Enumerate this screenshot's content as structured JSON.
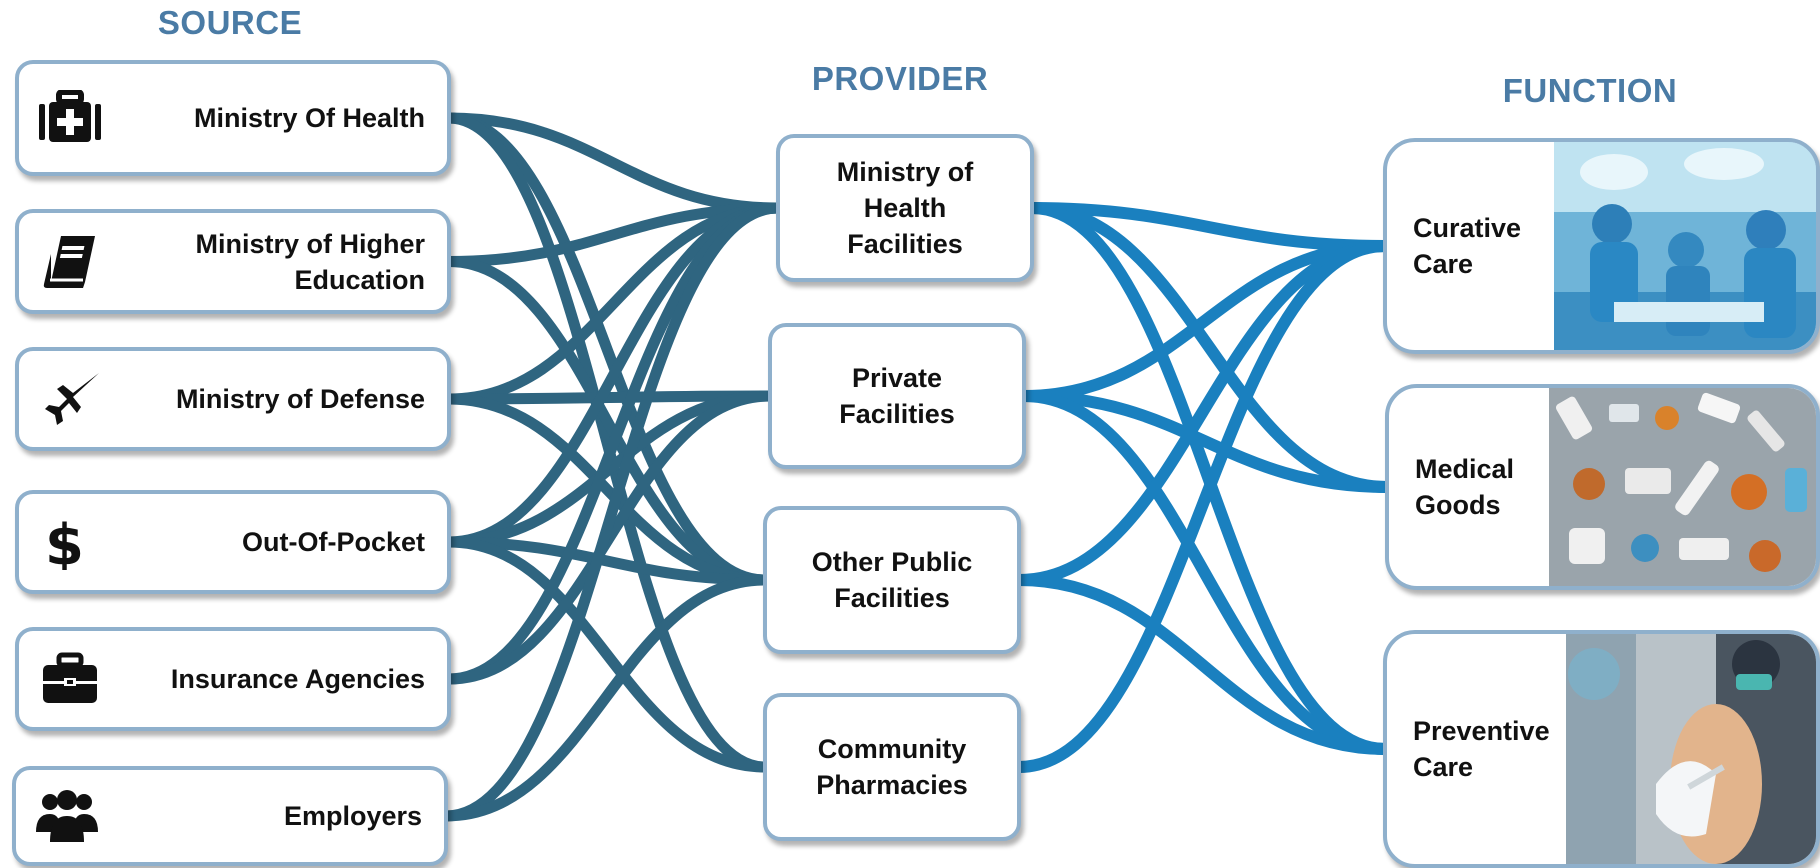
{
  "titles": {
    "source": "SOURCE",
    "provider": "PROVIDER",
    "function": "FUNCTION"
  },
  "sources": [
    {
      "id": "moh",
      "label": "Ministry Of Health",
      "icon": "first-aid-kit-icon"
    },
    {
      "id": "mhe",
      "label": "Ministry of Higher Education",
      "icon": "book-icon"
    },
    {
      "id": "mod",
      "label": "Ministry of Defense",
      "icon": "fighter-jet-icon"
    },
    {
      "id": "oop",
      "label": "Out-Of-Pocket",
      "icon": "dollar-sign-icon"
    },
    {
      "id": "ins",
      "label": "Insurance Agencies",
      "icon": "briefcase-icon"
    },
    {
      "id": "emp",
      "label": "Employers",
      "icon": "users-icon"
    }
  ],
  "providers": [
    {
      "id": "mohf",
      "label": "Ministry of Health Facilities"
    },
    {
      "id": "priv",
      "label": "Private Facilities"
    },
    {
      "id": "opub",
      "label": "Other Public Facilities"
    },
    {
      "id": "comm",
      "label": "Community Pharmacies"
    }
  ],
  "functions": [
    {
      "id": "cur",
      "label": "Curative Care",
      "image": "surgery-photo"
    },
    {
      "id": "med",
      "label": "Medical Goods",
      "image": "medical-supplies-photo"
    },
    {
      "id": "prev",
      "label": "Preventive Care",
      "image": "vaccination-photo"
    }
  ],
  "source_provider_links": [
    [
      "moh",
      "mohf"
    ],
    [
      "moh",
      "opub"
    ],
    [
      "moh",
      "comm"
    ],
    [
      "mhe",
      "mohf"
    ],
    [
      "mhe",
      "opub"
    ],
    [
      "mod",
      "mohf"
    ],
    [
      "mod",
      "priv"
    ],
    [
      "mod",
      "opub"
    ],
    [
      "oop",
      "mohf"
    ],
    [
      "oop",
      "priv"
    ],
    [
      "oop",
      "opub"
    ],
    [
      "oop",
      "comm"
    ],
    [
      "ins",
      "mohf"
    ],
    [
      "ins",
      "priv"
    ],
    [
      "emp",
      "mohf"
    ],
    [
      "emp",
      "opub"
    ]
  ],
  "provider_function_links": [
    [
      "mohf",
      "cur"
    ],
    [
      "mohf",
      "med"
    ],
    [
      "mohf",
      "prev"
    ],
    [
      "priv",
      "cur"
    ],
    [
      "priv",
      "med"
    ],
    [
      "priv",
      "prev"
    ],
    [
      "opub",
      "cur"
    ],
    [
      "opub",
      "prev"
    ],
    [
      "comm",
      "cur"
    ]
  ],
  "colors": {
    "source_links": "#2f6580",
    "function_links": "#1a80bf",
    "node_border": "#8fb0cc",
    "title": "#4a7ba5"
  }
}
